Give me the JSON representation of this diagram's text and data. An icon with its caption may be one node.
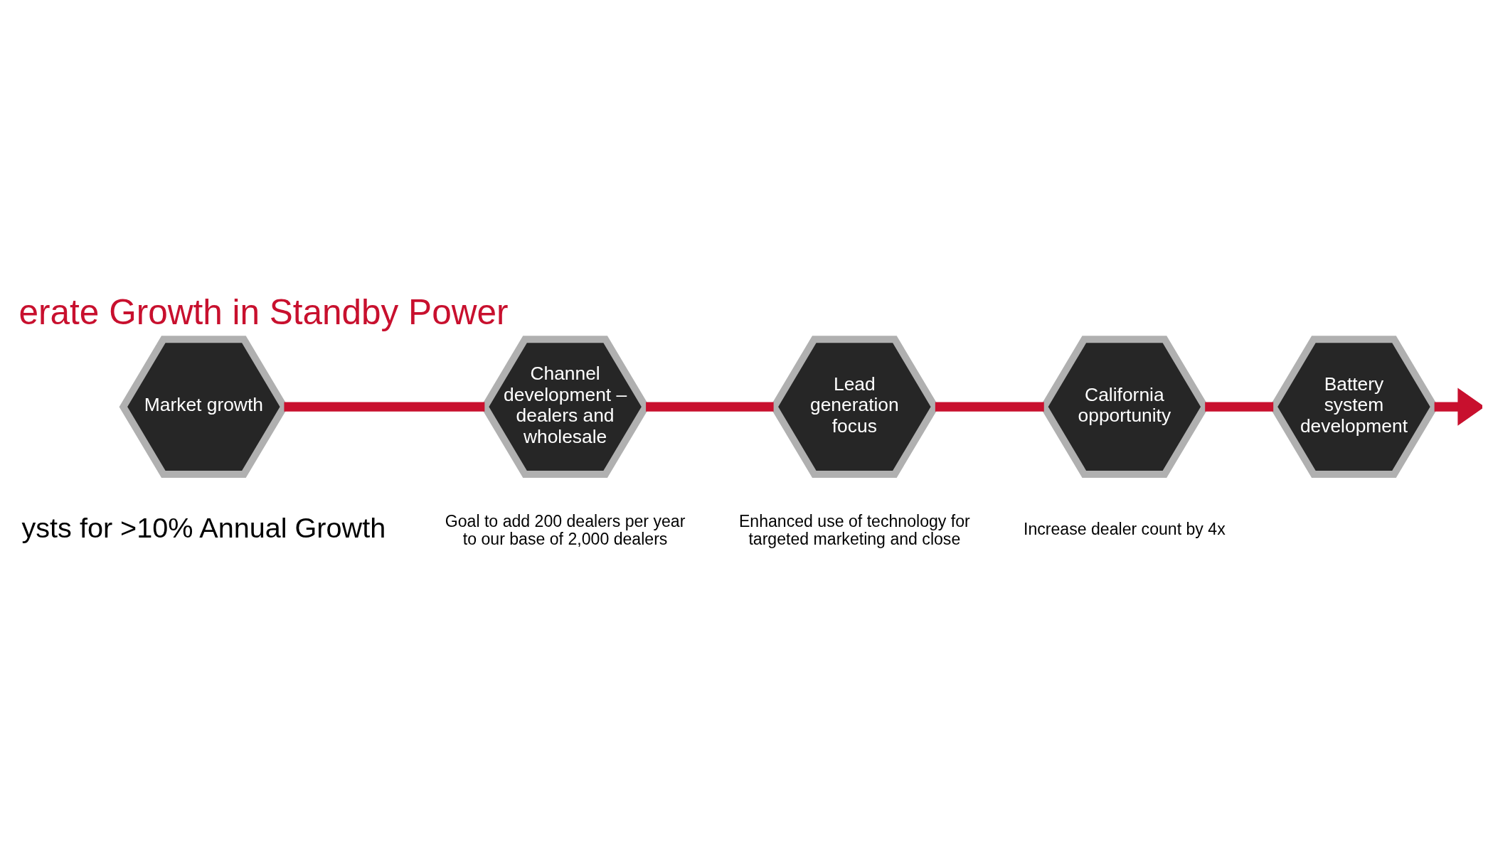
{
  "diagram": {
    "title": "erate Growth in Standby Power",
    "nodes": [
      {
        "text": [
          "Market growth"
        ]
      },
      {
        "text": [
          "Channel development – dealers and wholesale"
        ],
        "beside": [
          "Goal to add 200 dealers per year to our base of 2,000 dealers"
        ]
      },
      {
        "text": [
          "Lead generation focus"
        ],
        "beside": [
          "Enhanced use of technology for targeted marketing and close"
        ]
      },
      {
        "text": [
          "California opportunity"
        ],
        "beside": [
          "Increase dealer count by 4x"
        ]
      },
      {
        "text": [
          "Battery system development"
        ]
      }
    ],
    "edges": [
      {
        "from": 0,
        "to": 1,
        "arrow": "none"
      },
      {
        "from": 1,
        "to": 2,
        "arrow": "none"
      },
      {
        "from": 2,
        "to": 3,
        "arrow": "none"
      },
      {
        "from": 3,
        "to": 4,
        "arrow": "none"
      },
      {
        "from": 4,
        "to": null,
        "arrow": "to"
      }
    ],
    "labels": [
      "ysts for >10% Annual Growth"
    ]
  }
}
